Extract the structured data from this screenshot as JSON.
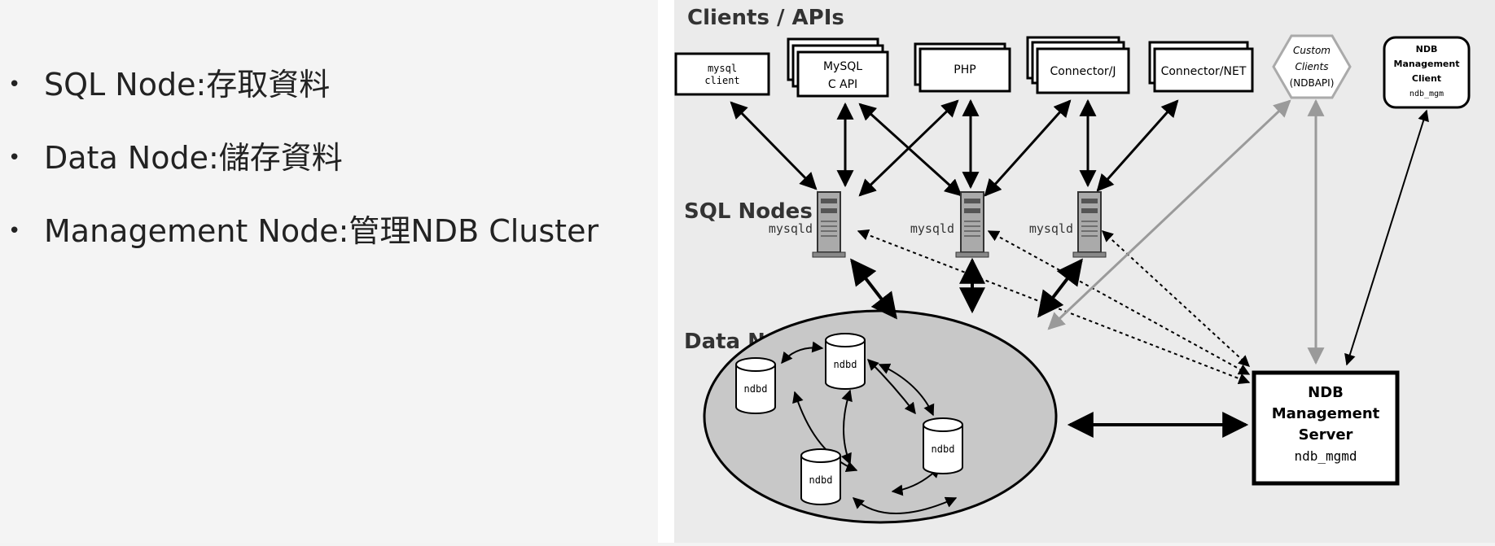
{
  "bullets": [
    {
      "text": "SQL Node:存取資料"
    },
    {
      "text": "Data Node:儲存資料"
    },
    {
      "text": "Management Node:管理NDB Cluster"
    }
  ],
  "diagram": {
    "section_clients": "Clients / APIs",
    "section_sql": "SQL Nodes",
    "section_data": "Data Nodes",
    "clients": {
      "mysql_client": [
        "mysql",
        "client"
      ],
      "mysql_capi": [
        "MySQL",
        "C API"
      ],
      "php": "PHP",
      "connector_j": "Connector/J",
      "connector_net": "Connector/NET",
      "custom_clients": [
        "Custom",
        "Clients",
        "(NDBAPI)"
      ],
      "mgm_client": [
        "NDB",
        "Management",
        "Client",
        "ndb_mgm"
      ]
    },
    "sql_nodes": [
      "mysqld",
      "mysqld",
      "mysqld"
    ],
    "data_nodes": [
      "ndbd",
      "ndbd",
      "ndbd",
      "ndbd"
    ],
    "mgm_server": [
      "NDB",
      "Management",
      "Server",
      "ndb_mgmd"
    ]
  },
  "colors": {
    "cluster_fill": "#c8c8c8",
    "gray_arrow": "#9a9a9a",
    "panel_bg": "#ebebeb"
  }
}
